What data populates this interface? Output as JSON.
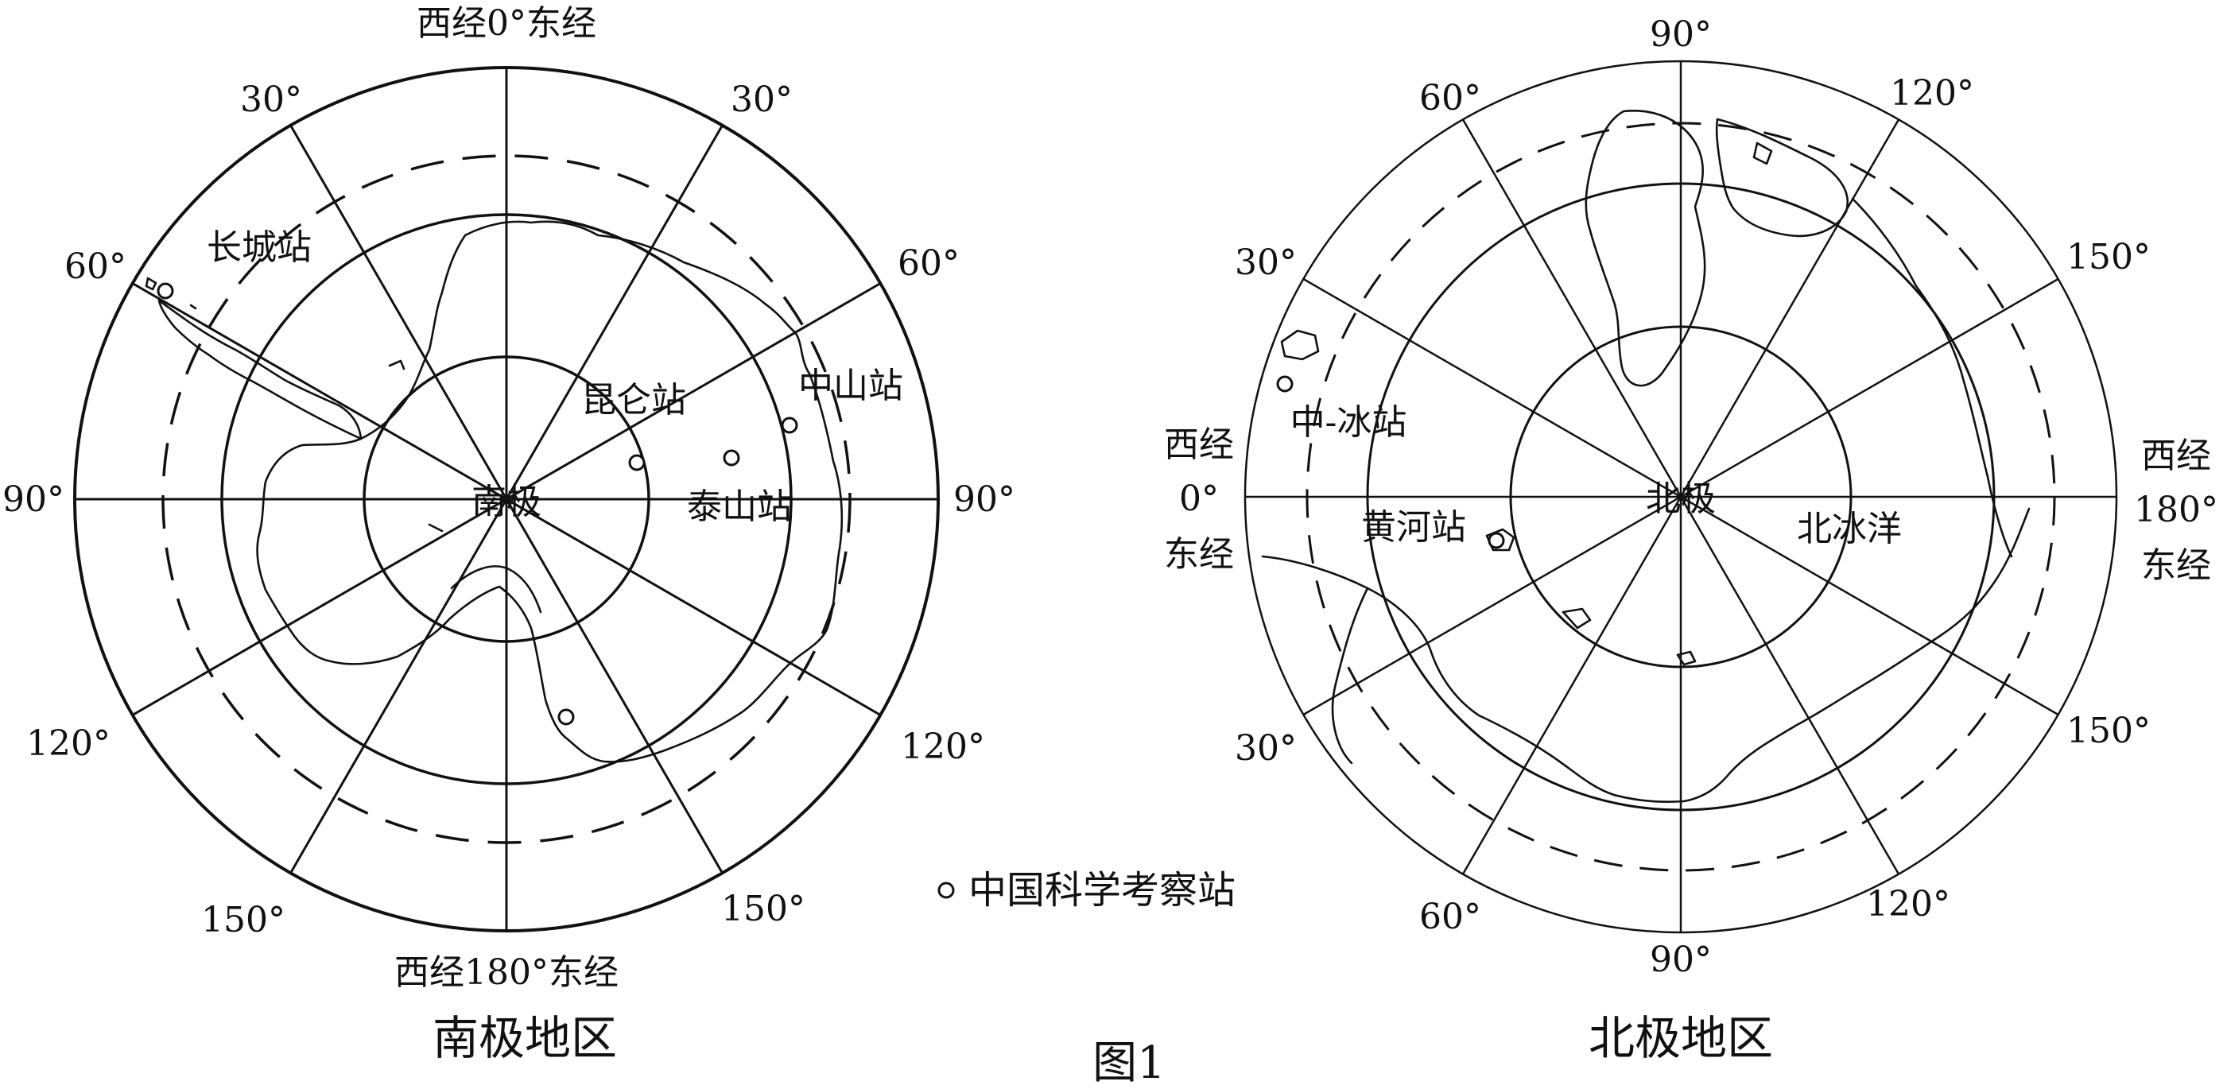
{
  "figure_caption": "图1",
  "legend": {
    "label": "中国科学考察站"
  },
  "south_map": {
    "title": "南极地区",
    "top_label": "西经0°东经",
    "bottom_label": "西经180°东经",
    "center_label": "南极",
    "longitude_labels": [
      {
        "id": "w30",
        "text": "30°"
      },
      {
        "id": "e30",
        "text": "30°"
      },
      {
        "id": "w60",
        "text": "60°"
      },
      {
        "id": "e60",
        "text": "60°"
      },
      {
        "id": "w90",
        "text": "90°"
      },
      {
        "id": "e90",
        "text": "90°"
      },
      {
        "id": "w120",
        "text": "120°"
      },
      {
        "id": "e120",
        "text": "120°"
      },
      {
        "id": "w150",
        "text": "150°"
      },
      {
        "id": "e150",
        "text": "150°"
      }
    ],
    "stations": [
      {
        "id": "changcheng",
        "name": "长城站"
      },
      {
        "id": "kunlun",
        "name": "昆仑站"
      },
      {
        "id": "zhongshan",
        "name": "中山站"
      },
      {
        "id": "taishan",
        "name": "泰山站"
      },
      {
        "id": "unnamed",
        "name": ""
      }
    ]
  },
  "north_map": {
    "title": "北极地区",
    "center_label": "北极",
    "ocean_label": "北冰洋",
    "left_label": [
      "西经",
      "0°",
      "东经"
    ],
    "right_label": [
      "西经",
      "180°",
      "东经"
    ],
    "longitude_labels": [
      {
        "id": "top90",
        "text": "90°"
      },
      {
        "id": "bottom90",
        "text": "90°"
      },
      {
        "id": "tl60",
        "text": "60°"
      },
      {
        "id": "tr120",
        "text": "120°"
      },
      {
        "id": "l30",
        "text": "30°"
      },
      {
        "id": "r150",
        "text": "150°"
      },
      {
        "id": "bl30",
        "text": "30°"
      },
      {
        "id": "br150",
        "text": "150°"
      },
      {
        "id": "bl60",
        "text": "60°"
      },
      {
        "id": "br120",
        "text": "120°"
      }
    ],
    "stations": [
      {
        "id": "zhongbing",
        "name": "中-冰站"
      },
      {
        "id": "huanghe",
        "name": "黄河站"
      }
    ]
  }
}
